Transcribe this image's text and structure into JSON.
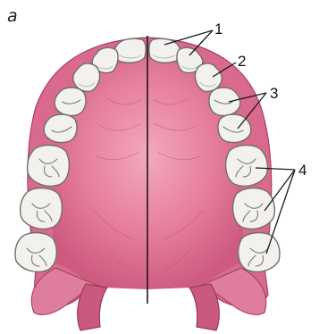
{
  "panel_label": "a",
  "labels": {
    "one": "1",
    "two": "2",
    "three": "3",
    "four": "4"
  },
  "colors": {
    "palate": "#d95f86",
    "palate_light": "#ee9bb2",
    "palate_dark": "#b8456a",
    "gum": "#e07a98",
    "tooth": "#f2f1ee",
    "tooth_outline": "#6f6f6f",
    "midline": "#1a1a1a"
  }
}
